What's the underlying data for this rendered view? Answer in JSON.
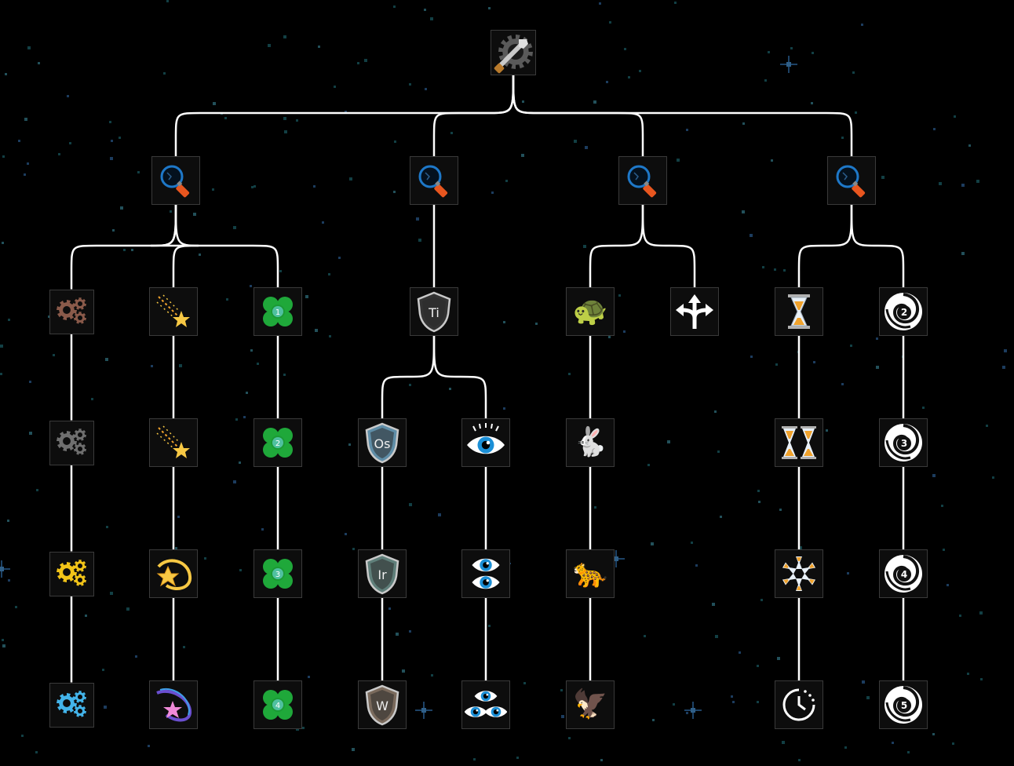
{
  "tree": {
    "root": {
      "id": "root",
      "icon": "wrench-gear-icon"
    },
    "branches": [
      {
        "id": "research-1",
        "icon": "magnifier-icon",
        "children": [
          {
            "id": "gears-1",
            "icon": "gears-icon",
            "color": "#8a5a4a",
            "children": [
              {
                "id": "gears-2",
                "icon": "gears-icon",
                "color": "#6f6f6f",
                "children": [
                  {
                    "id": "gears-3",
                    "icon": "gears-icon",
                    "color": "#f2c418",
                    "children": [
                      {
                        "id": "gears-4",
                        "icon": "gears-icon",
                        "color": "#43b4ea"
                      }
                    ]
                  }
                ]
              }
            ]
          },
          {
            "id": "comet-1",
            "icon": "shooting-star-icon",
            "children": [
              {
                "id": "comet-2",
                "icon": "shooting-star-icon",
                "children": [
                  {
                    "id": "comet-3",
                    "icon": "dizzy-star-icon",
                    "children": [
                      {
                        "id": "comet-4",
                        "icon": "pink-star-orbit-icon"
                      }
                    ]
                  }
                ]
              }
            ]
          },
          {
            "id": "clover-1",
            "icon": "clover-icon",
            "label": "1",
            "children": [
              {
                "id": "clover-2",
                "icon": "clover-icon",
                "label": "2",
                "children": [
                  {
                    "id": "clover-3",
                    "icon": "clover-icon",
                    "label": "3",
                    "children": [
                      {
                        "id": "clover-4",
                        "icon": "clover-icon",
                        "label": "4"
                      }
                    ]
                  }
                ]
              }
            ]
          }
        ]
      },
      {
        "id": "research-2",
        "icon": "magnifier-icon",
        "children": [
          {
            "id": "shield-ti",
            "icon": "shield-icon",
            "label": "Ti",
            "children": [
              {
                "id": "shield-os",
                "icon": "shield-icon",
                "label": "Os",
                "tint": "#5f8ea8",
                "children": [
                  {
                    "id": "shield-ir",
                    "icon": "shield-icon",
                    "label": "Ir",
                    "tint": "#5f7f7a",
                    "children": [
                      {
                        "id": "shield-w",
                        "icon": "shield-icon",
                        "label": "W",
                        "tint": "#7a6a5c"
                      }
                    ]
                  }
                ]
              },
              {
                "id": "eye-1",
                "icon": "eye-icon",
                "count": 1,
                "children": [
                  {
                    "id": "eye-2",
                    "icon": "eye-icon",
                    "count": 2,
                    "children": [
                      {
                        "id": "eye-3",
                        "icon": "eye-icon",
                        "count": 3
                      }
                    ]
                  }
                ]
              }
            ]
          }
        ]
      },
      {
        "id": "research-3",
        "icon": "magnifier-icon",
        "children": [
          {
            "id": "turtle",
            "icon": "turtle-icon",
            "glyph": "🐢",
            "children": [
              {
                "id": "rabbit",
                "icon": "rabbit-icon",
                "glyph": "🐇",
                "children": [
                  {
                    "id": "leopard",
                    "icon": "leopard-icon",
                    "glyph": "🐆",
                    "children": [
                      {
                        "id": "eagle",
                        "icon": "eagle-icon",
                        "glyph": "🦅"
                      }
                    ]
                  }
                ]
              }
            ]
          },
          {
            "id": "fork",
            "icon": "three-way-arrow-icon"
          }
        ]
      },
      {
        "id": "research-4",
        "icon": "magnifier-icon",
        "children": [
          {
            "id": "hourglass-1",
            "icon": "hourglass-icon",
            "children": [
              {
                "id": "hourglass-2",
                "icon": "double-hourglass-icon",
                "children": [
                  {
                    "id": "hourglass-3",
                    "icon": "hourglass-ring-icon",
                    "children": [
                      {
                        "id": "clock",
                        "icon": "clock-icon"
                      }
                    ]
                  }
                ]
              }
            ]
          },
          {
            "id": "vortex-2",
            "icon": "vortex-icon",
            "label": "2",
            "children": [
              {
                "id": "vortex-3",
                "icon": "vortex-icon",
                "label": "3",
                "children": [
                  {
                    "id": "vortex-4",
                    "icon": "vortex-icon",
                    "label": "4",
                    "children": [
                      {
                        "id": "vortex-5",
                        "icon": "vortex-icon",
                        "label": "5"
                      }
                    ]
                  }
                ]
              }
            ]
          }
        ]
      }
    ]
  }
}
